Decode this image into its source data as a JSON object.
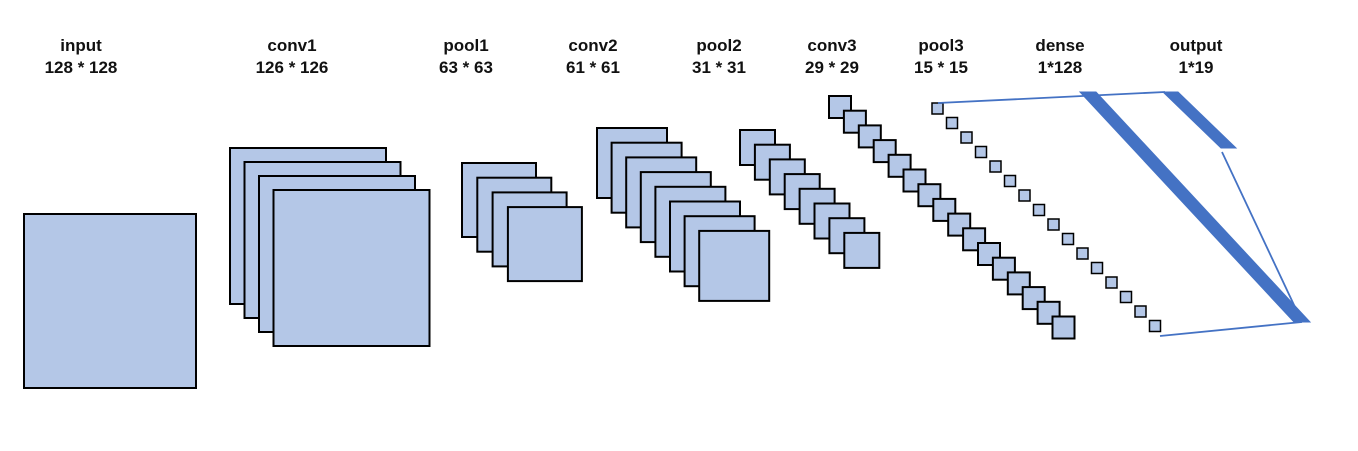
{
  "layers": [
    {
      "id": "input",
      "name": "input",
      "size": "128 * 128"
    },
    {
      "id": "conv1",
      "name": "conv1",
      "size": "126 * 126"
    },
    {
      "id": "pool1",
      "name": "pool1",
      "size": "63 * 63"
    },
    {
      "id": "conv2",
      "name": "conv2",
      "size": "61 * 61"
    },
    {
      "id": "pool2",
      "name": "pool2",
      "size": "31 * 31"
    },
    {
      "id": "conv3",
      "name": "conv3",
      "size": "29 * 29"
    },
    {
      "id": "pool3",
      "name": "pool3",
      "size": "15 * 15"
    },
    {
      "id": "dense",
      "name": "dense",
      "size": "1*128"
    },
    {
      "id": "output",
      "name": "output",
      "size": "1*19"
    }
  ],
  "colors": {
    "box_fill": "#b4c7e7",
    "box_stroke": "#000000",
    "connector": "#4472c4"
  }
}
